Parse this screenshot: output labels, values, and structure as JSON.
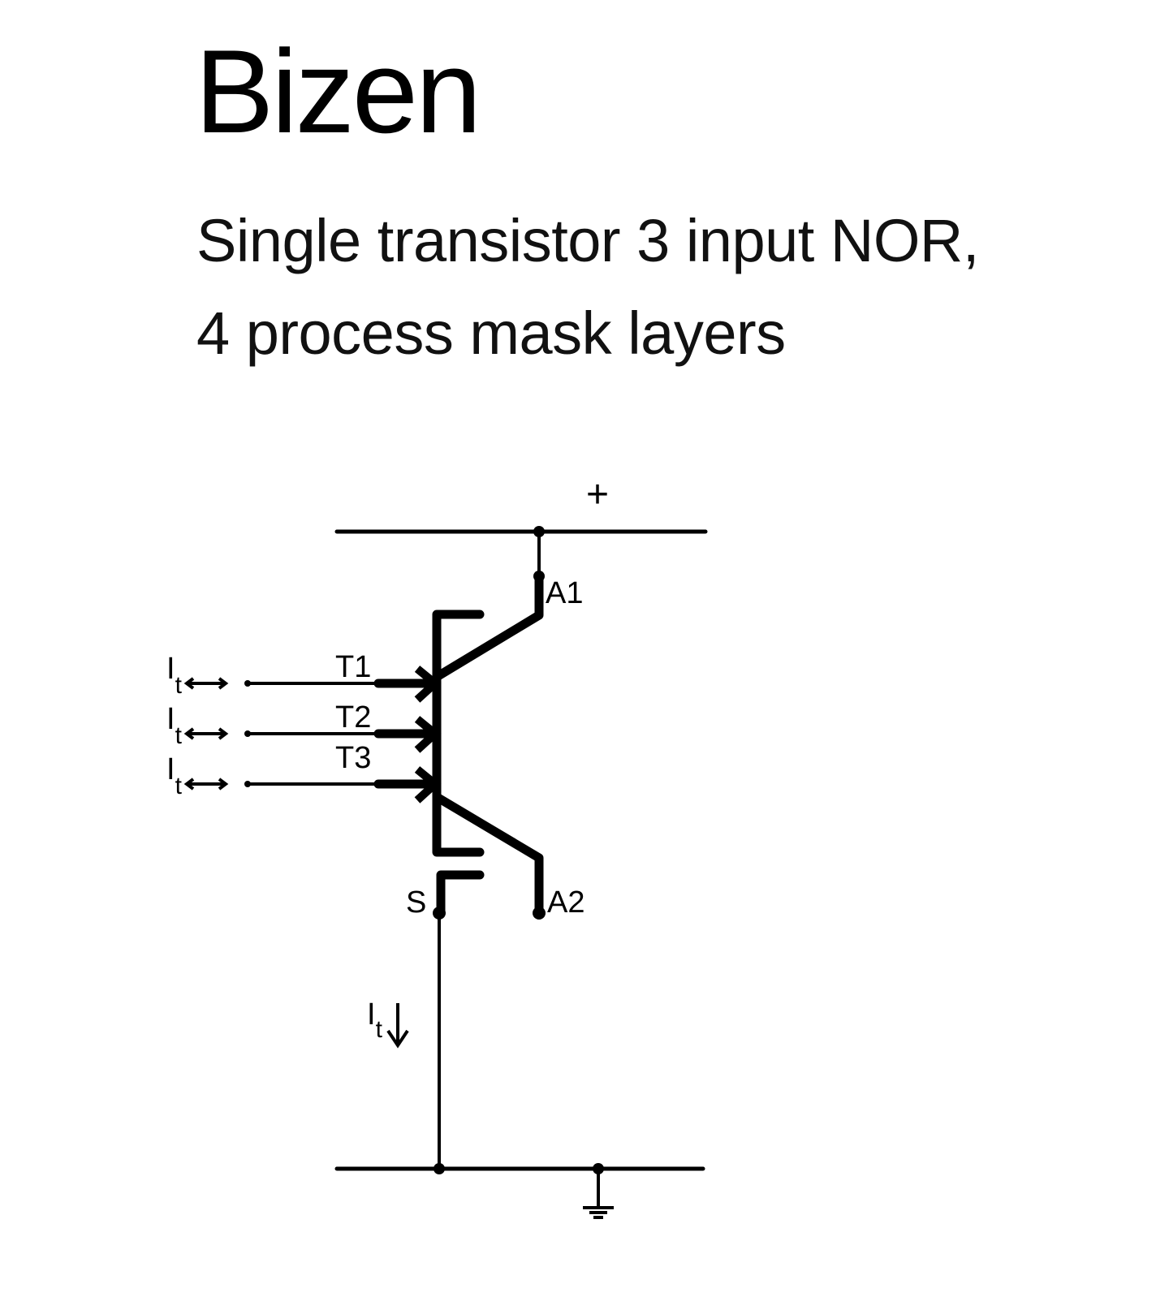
{
  "slide": {
    "title": "Bizen",
    "subtitle_lines": [
      "Single transistor 3 input NOR,",
      "4 process mask layers"
    ]
  },
  "diagram": {
    "supply_label": "+",
    "terminals": {
      "a1": "A1",
      "a2": "A2",
      "s": "S"
    },
    "inputs": [
      {
        "label": "T1",
        "current_symbol": "I",
        "current_subscript": "t"
      },
      {
        "label": "T2",
        "current_symbol": "I",
        "current_subscript": "t"
      },
      {
        "label": "T3",
        "current_symbol": "I",
        "current_subscript": "t"
      }
    ],
    "source_current": {
      "symbol": "I",
      "subscript": "t"
    }
  }
}
